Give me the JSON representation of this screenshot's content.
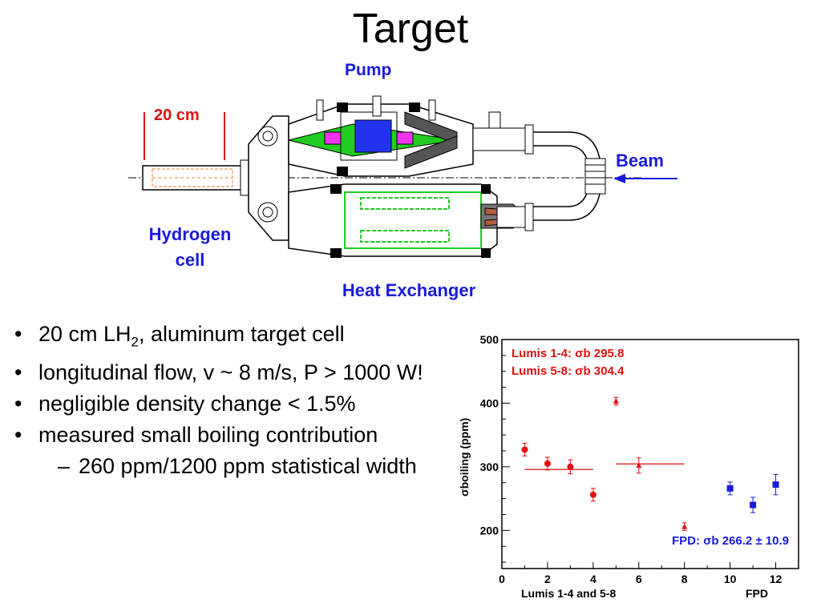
{
  "slide": {
    "title": "Target"
  },
  "diagram": {
    "labels": {
      "pump": "Pump",
      "scale": "20 cm",
      "beam": "Beam",
      "hydrogen_line1": "Hydrogen",
      "hydrogen_line2": "cell",
      "heat_exchanger": "Heat Exchanger"
    },
    "colors": {
      "blue_label": "#1a1adc",
      "red_label": "#e01010",
      "green_part": "#22cc22"
    }
  },
  "bullets": {
    "b1_pre": "20 cm LH",
    "b1_sub": "2",
    "b1_post": ", aluminum target cell",
    "b2": "longitudinal flow, v ~ 8 m/s, P > 1000 W!",
    "b3": "negligible density change < 1.5%",
    "b4": "measured small boiling contribution",
    "b4_sub": "260 ppm/1200 ppm statistical width",
    "bullet_char": "•",
    "dash_char": "–"
  },
  "chart_data": {
    "type": "scatter",
    "xlabel_left": "Lumis 1-4 and 5-8",
    "xlabel_right": "FPD",
    "ylabel": "σboiling (ppm)",
    "xlim": [
      0,
      13
    ],
    "ylim": [
      140,
      500
    ],
    "xticks": [
      0,
      2,
      4,
      6,
      8,
      10,
      12
    ],
    "yticks": [
      200,
      300,
      400,
      500
    ],
    "annotations": {
      "lumis14": "Lumis 1-4: σb 295.8",
      "lumis58": "Lumis 5-8: σb 304.4",
      "fpd": "FPD: σb 266.2 ± 10.9"
    },
    "series": [
      {
        "color": "#e01010",
        "marker": "circle",
        "points": [
          {
            "x": 1,
            "y": 327,
            "err": 10
          },
          {
            "x": 2,
            "y": 305,
            "err": 10
          },
          {
            "x": 3,
            "y": 300,
            "err": 11
          },
          {
            "x": 4,
            "y": 256,
            "err": 10
          }
        ]
      },
      {
        "color": "#e01010",
        "marker": "triangle",
        "points": [
          {
            "x": 5,
            "y": 403,
            "err": 6
          },
          {
            "x": 6,
            "y": 302,
            "err": 12
          },
          {
            "x": 8,
            "y": 206,
            "err": 6
          }
        ]
      },
      {
        "color": "#1a1adc",
        "marker": "square",
        "points": [
          {
            "x": 10,
            "y": 266,
            "err": 10
          },
          {
            "x": 11,
            "y": 240,
            "err": 12
          },
          {
            "x": 12,
            "y": 272,
            "err": 16
          }
        ]
      }
    ],
    "mean_lines": [
      {
        "x0": 1,
        "x1": 4,
        "y": 295.8,
        "color": "#e01010"
      },
      {
        "x0": 5,
        "x1": 8,
        "y": 304.4,
        "color": "#e01010"
      }
    ]
  }
}
